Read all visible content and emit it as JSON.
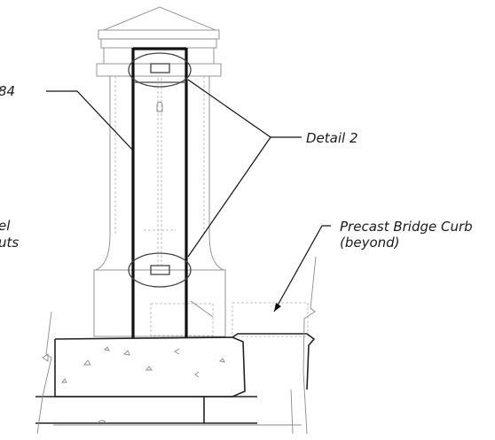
{
  "labels": {
    "partial_top_left": "84",
    "detail": "Detail 2",
    "curb_line1": "Precast Bridge Curb",
    "curb_line2": "(beyond)",
    "partial_left_1": "el",
    "partial_left_2": "uts"
  }
}
